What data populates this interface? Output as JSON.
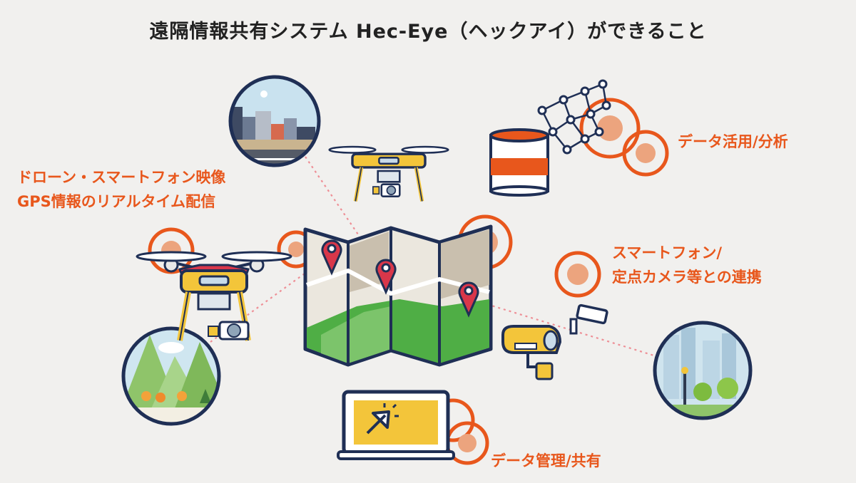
{
  "title": "遠隔情報共有システム Hec-Eye（ヘックアイ）ができること",
  "features": {
    "streaming": [
      "ドローン・スマートフォン映像",
      "GPS情報のリアルタイム配信"
    ],
    "analytics": "データ活用/分析",
    "camera_link": [
      "スマートフォン/",
      "定点カメラ等との連携"
    ],
    "management": "データ管理/共有"
  },
  "colors": {
    "accent": "#e8571c",
    "navy": "#1f2f55",
    "drone_yellow": "#f3c53a",
    "map_green": "#4fae45",
    "pin_red": "#d9374a",
    "background": "#f1f0ee"
  }
}
